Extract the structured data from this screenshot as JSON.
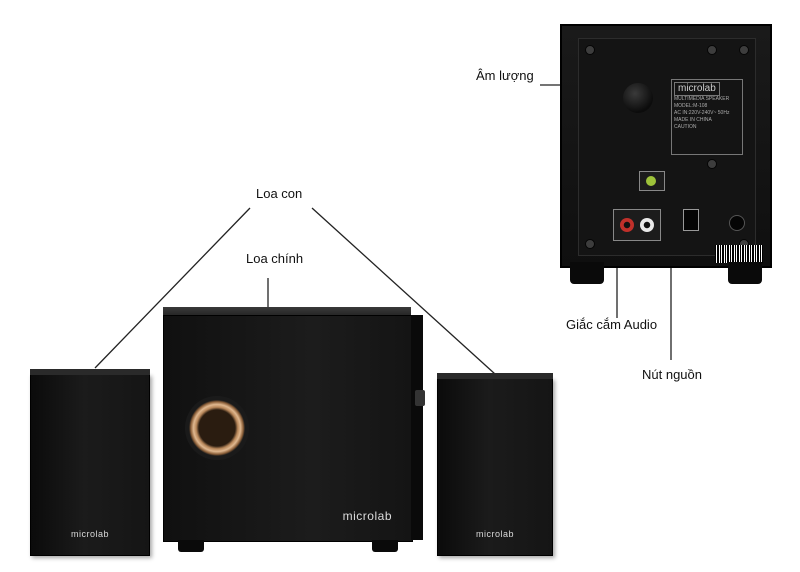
{
  "labels": {
    "am_luong": "Âm lượng",
    "loa_con": "Loa con",
    "loa_chinh": "Loa chính",
    "giac_cam": "Giắc cắm Audio",
    "nut_nguon": "Nút nguồn"
  },
  "brand": {
    "satellite_left": "microlab",
    "satellite_right": "microlab",
    "subwoofer": "microlab",
    "back_plate": "microlab"
  },
  "back_plate": {
    "line1": "MULTIMEDIA SPEAKER",
    "line2": "MODEL:M-108",
    "line3": "AC IN:220V-240V~ 50Hz",
    "line4": "MADE IN CHINA",
    "caution": "CAUTION"
  },
  "colors": {
    "speaker_body": "#151515",
    "port_ring": "#e0b890",
    "background": "#ffffff"
  }
}
